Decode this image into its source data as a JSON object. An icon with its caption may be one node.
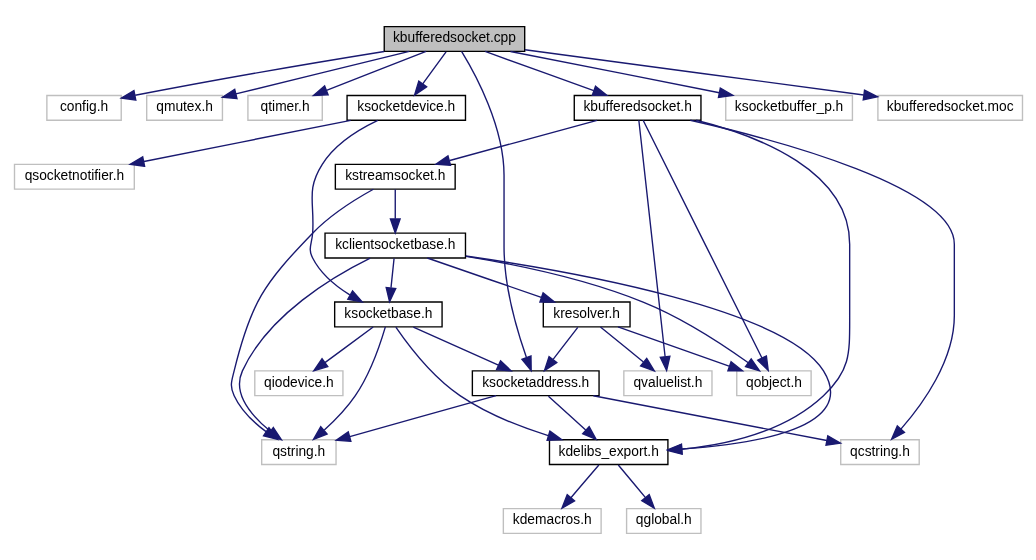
{
  "diagram": {
    "nodes": [
      {
        "text": [
          "kbufferedsocket.cpp"
        ]
      },
      {
        "text": [
          "config.h"
        ]
      },
      {
        "text": [
          "qmutex.h"
        ]
      },
      {
        "text": [
          "qtimer.h"
        ]
      },
      {
        "text": [
          "ksocketdevice.h"
        ]
      },
      {
        "text": [
          "kbufferedsocket.h"
        ]
      },
      {
        "text": [
          "ksocketbuffer_p.h"
        ]
      },
      {
        "text": [
          "kbufferedsocket.moc"
        ]
      },
      {
        "text": [
          "qsocketnotifier.h"
        ]
      },
      {
        "text": [
          "kstreamsocket.h"
        ]
      },
      {
        "text": [
          "kclientsocketbase.h"
        ]
      },
      {
        "text": [
          "ksocketbase.h"
        ]
      },
      {
        "text": [
          "kresolver.h"
        ]
      },
      {
        "text": [
          "qiodevice.h"
        ]
      },
      {
        "text": [
          "ksocketaddress.h"
        ]
      },
      {
        "text": [
          "qvaluelist.h"
        ]
      },
      {
        "text": [
          "qobject.h"
        ]
      },
      {
        "text": [
          "qstring.h"
        ]
      },
      {
        "text": [
          "kdelibs_export.h"
        ]
      },
      {
        "text": [
          "qcstring.h"
        ]
      },
      {
        "text": [
          "kdemacros.h"
        ]
      },
      {
        "text": [
          "qglobal.h"
        ]
      }
    ],
    "edges": [
      {
        "from": 0,
        "to": 1,
        "arrow": "to"
      },
      {
        "from": 0,
        "to": 2,
        "arrow": "to"
      },
      {
        "from": 0,
        "to": 3,
        "arrow": "to"
      },
      {
        "from": 0,
        "to": 4,
        "arrow": "to"
      },
      {
        "from": 0,
        "to": 14,
        "arrow": "to"
      },
      {
        "from": 0,
        "to": 5,
        "arrow": "to"
      },
      {
        "from": 0,
        "to": 6,
        "arrow": "to"
      },
      {
        "from": 0,
        "to": 7,
        "arrow": "to"
      },
      {
        "from": 4,
        "to": 8,
        "arrow": "to"
      },
      {
        "from": 4,
        "to": 11,
        "arrow": "to"
      },
      {
        "from": 5,
        "to": 9,
        "arrow": "to"
      },
      {
        "from": 5,
        "to": 15,
        "arrow": "to"
      },
      {
        "from": 5,
        "to": 16,
        "arrow": "to"
      },
      {
        "from": 5,
        "to": 18,
        "arrow": "to"
      },
      {
        "from": 5,
        "to": 19,
        "arrow": "to"
      },
      {
        "from": 9,
        "to": 10,
        "arrow": "to"
      },
      {
        "from": 9,
        "to": 17,
        "arrow": "to"
      },
      {
        "from": 10,
        "to": 11,
        "arrow": "to"
      },
      {
        "from": 10,
        "to": 17,
        "arrow": "to"
      },
      {
        "from": 10,
        "to": 18,
        "arrow": "to"
      },
      {
        "from": 10,
        "to": 12,
        "arrow": "to"
      },
      {
        "from": 10,
        "to": 16,
        "arrow": "to"
      },
      {
        "from": 11,
        "to": 13,
        "arrow": "to"
      },
      {
        "from": 11,
        "to": 17,
        "arrow": "to"
      },
      {
        "from": 11,
        "to": 14,
        "arrow": "to"
      },
      {
        "from": 11,
        "to": 18,
        "arrow": "to"
      },
      {
        "from": 12,
        "to": 14,
        "arrow": "to"
      },
      {
        "from": 12,
        "to": 15,
        "arrow": "to"
      },
      {
        "from": 12,
        "to": 16,
        "arrow": "to"
      },
      {
        "from": 14,
        "to": 17,
        "arrow": "to"
      },
      {
        "from": 14,
        "to": 18,
        "arrow": "to"
      },
      {
        "from": 14,
        "to": 19,
        "arrow": "to"
      },
      {
        "from": 18,
        "to": 20,
        "arrow": "to"
      },
      {
        "from": 18,
        "to": 21,
        "arrow": "to"
      }
    ]
  }
}
